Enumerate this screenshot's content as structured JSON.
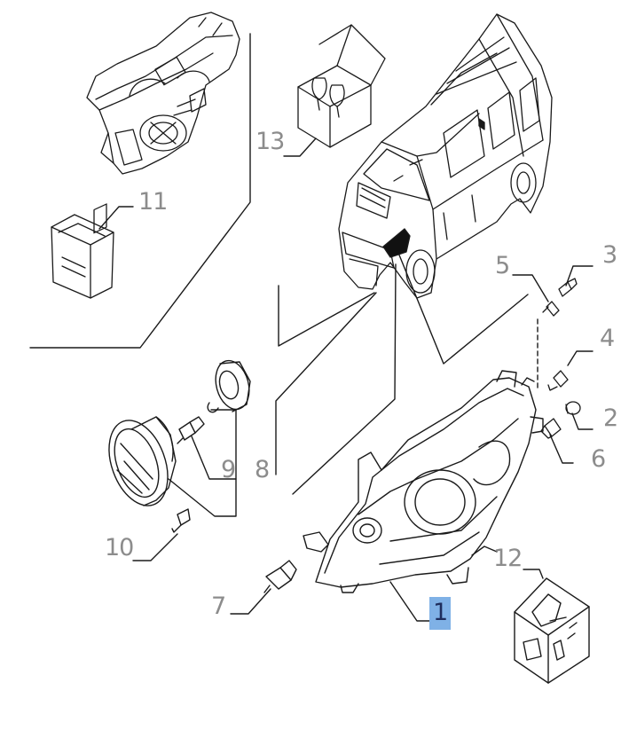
{
  "parts": {
    "p1": "1",
    "p2": "2",
    "p3": "3",
    "p4": "4",
    "p5": "5",
    "p6": "6",
    "p7": "7",
    "p8": "8",
    "p9": "9",
    "p10": "10",
    "p11": "11",
    "p12": "12",
    "p13": "13"
  },
  "highlighted_part": "1",
  "colors": {
    "line": "#1a1a1a",
    "callout_text": "#8c8c8c",
    "highlight_fill": "#7fb1e6",
    "highlight_text": "#1e2d5c",
    "headlamp_on_van": "#111111"
  }
}
